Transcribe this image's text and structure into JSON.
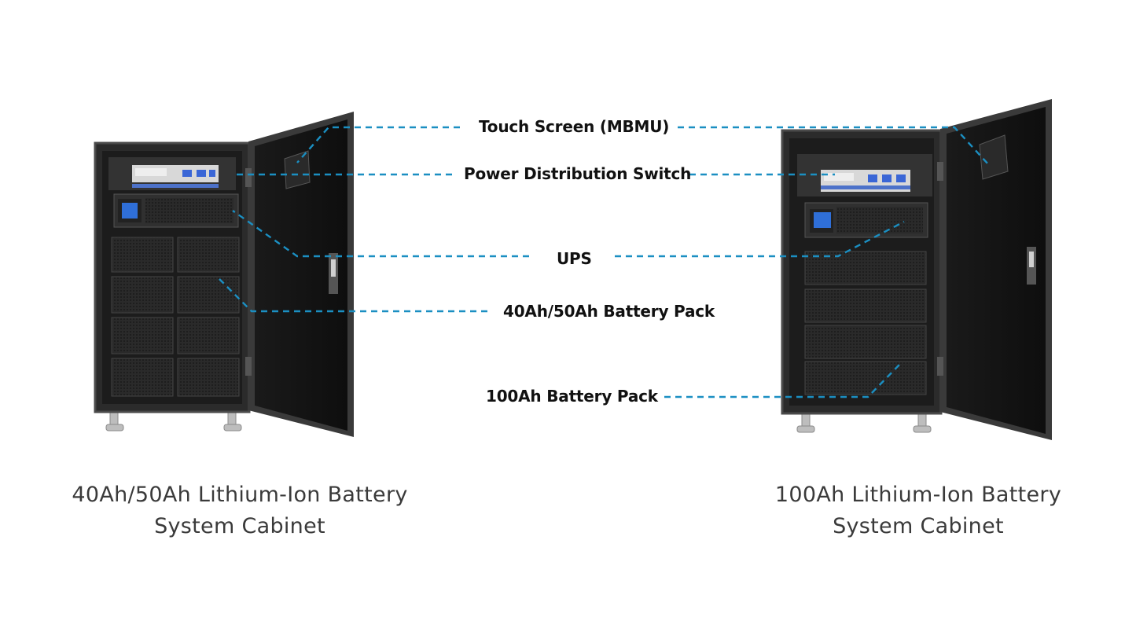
{
  "callouts": {
    "touch_screen": "Touch Screen (MBMU)",
    "power_switch": "Power Distribution Switch",
    "ups": "UPS",
    "battery_40_50": "40Ah/50Ah Battery Pack",
    "battery_100": "100Ah Battery Pack"
  },
  "captions": {
    "left_line1": "40Ah/50Ah Lithium-Ion Battery",
    "left_line2": "System Cabinet",
    "right_line1": "100Ah Lithium-Ion Battery",
    "right_line2": "System Cabinet"
  },
  "colors": {
    "leader_line": "#1b8fc2",
    "cabinet_body": "#2b2b2b",
    "cabinet_edge": "#4a4a4a",
    "door_panel": "#151515",
    "battery_face": "#262626",
    "pdu_panel": "#d8d8d8",
    "ups_screen": "#2f6fd8",
    "caption_text": "#3a3a3a"
  }
}
